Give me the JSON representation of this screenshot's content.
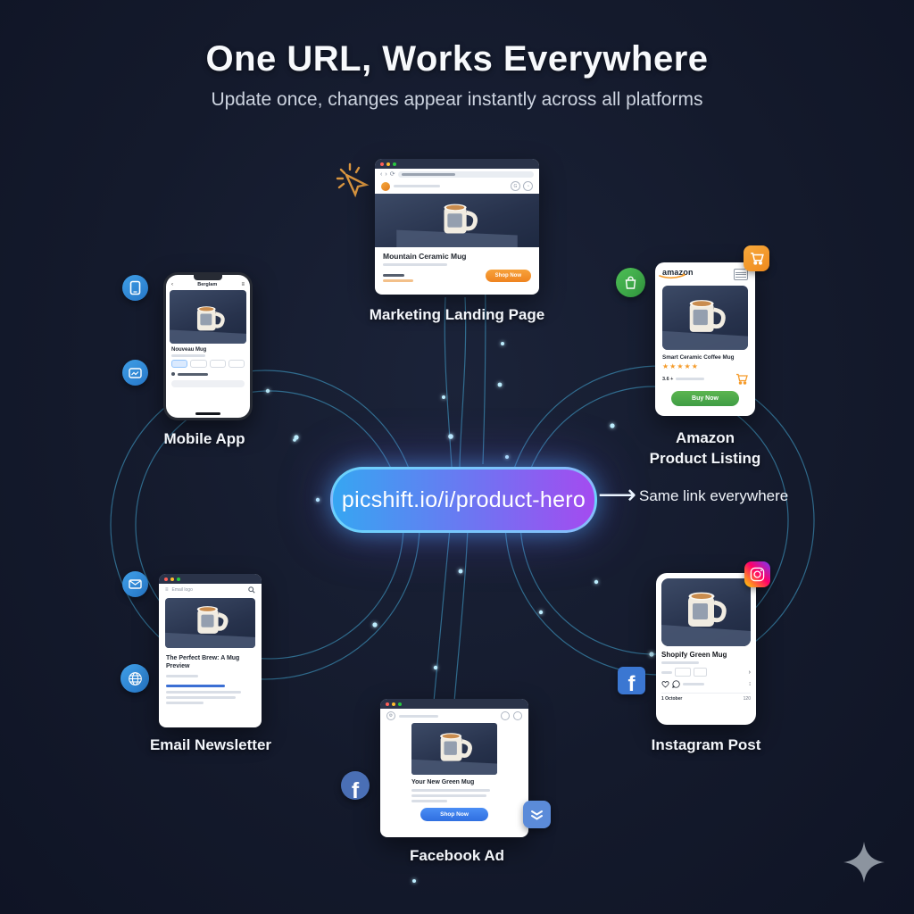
{
  "header": {
    "title": "One URL, Works Everywhere",
    "subtitle": "Update once, changes appear instantly across all platforms"
  },
  "center": {
    "url": "picshift.io/i/product-hero",
    "arrow": "⟶",
    "tagline": "Same link everywhere"
  },
  "labels": {
    "landing": "Marketing Landing Page",
    "mobile": "Mobile App",
    "amazon_line1": "Amazon",
    "amazon_line2": "Product Listing",
    "email": "Email Newsletter",
    "instagram": "Instagram Post",
    "facebook": "Facebook Ad"
  },
  "landing": {
    "product_title": "Mountain Ceramic Mug",
    "cta": "Shop Now"
  },
  "mobile": {
    "app_title": "Berglam",
    "product_title": "Nouveau Mug"
  },
  "amazon": {
    "logo": "amazon",
    "product_title": "Smart Ceramic Coffee Mug",
    "stars": "★★★★★",
    "rating": "3.6 +",
    "cta": "Buy Now"
  },
  "email": {
    "toolbar_title": "Email logo",
    "heading": "The Perfect Brew: A Mug Preview"
  },
  "instagram": {
    "product_title": "Shopify Green Mug",
    "date": "1 October",
    "count": "120"
  },
  "facebook": {
    "product_title": "Your New Green Mug",
    "cta": "Shop Now"
  },
  "colors": {
    "accent_cyan": "#49b8e8",
    "pill_gradient_from": "#36a6f2",
    "pill_gradient_to": "#a44bf0",
    "orange": "#f59b2a",
    "amazon_buy_green": "#3f9d45",
    "facebook_blue": "#4a6fb5",
    "shop_button_blue": "#2f6fe0",
    "background": "#141a2c"
  }
}
